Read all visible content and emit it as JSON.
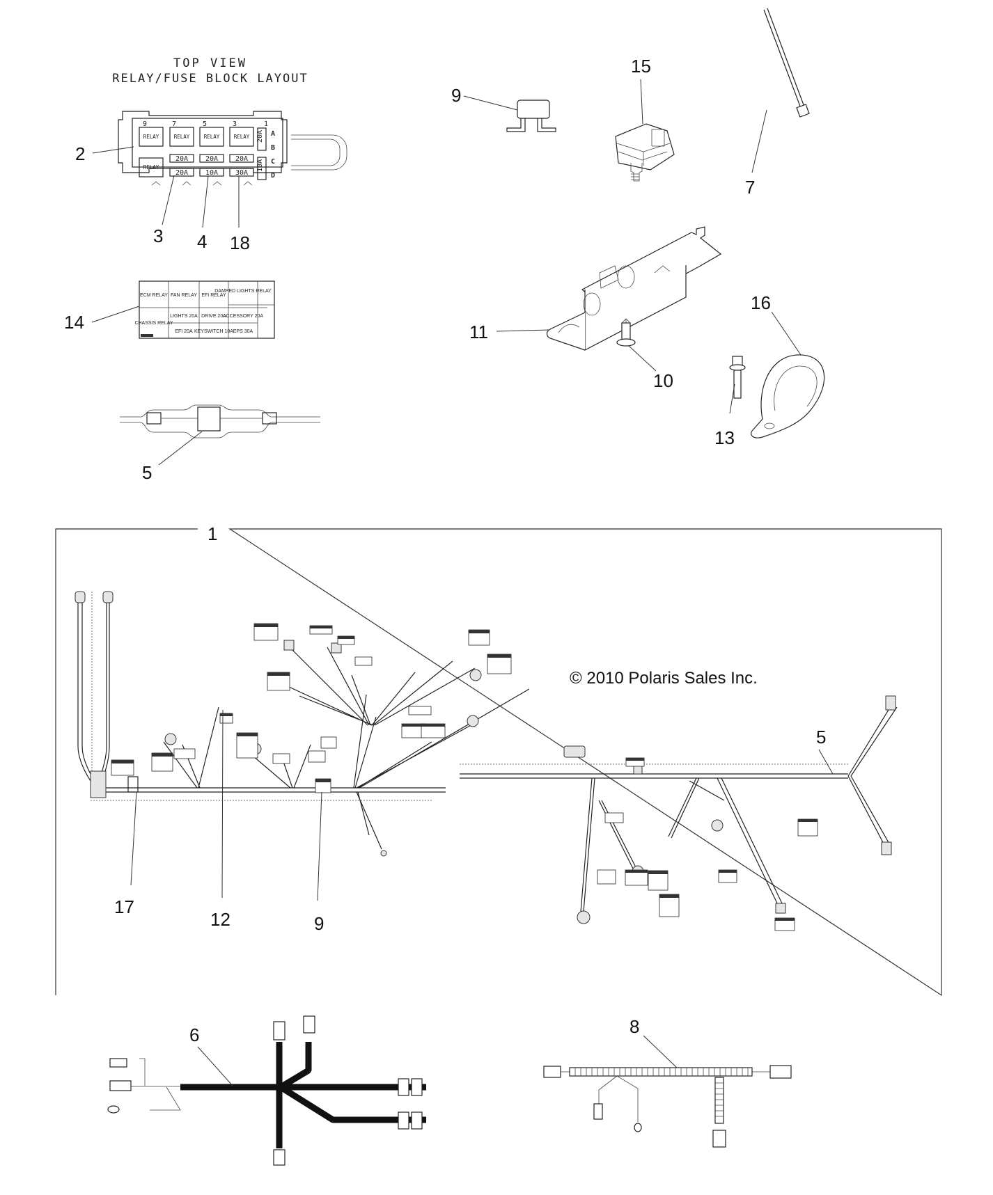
{
  "relay_block": {
    "title_line1": "TOP VIEW",
    "title_line2": "RELAY/FUSE BLOCK LAYOUT",
    "column_numbers": [
      "9",
      "7",
      "5",
      "3",
      "1"
    ],
    "row_letters": [
      "A",
      "B",
      "C",
      "D"
    ],
    "relays": [
      "RELAY",
      "RELAY",
      "RELAY",
      "RELAY",
      "RELAY"
    ],
    "fuses_row1": [
      "20A",
      "20A",
      "20A"
    ],
    "fuses_row2": [
      "20A",
      "10A",
      "30A"
    ],
    "side_fuses": [
      "20A",
      "10A"
    ]
  },
  "fuse_label_card": {
    "top_row": [
      "ECM RELAY",
      "FAN RELAY",
      "EFI RELAY",
      "DAMPED LIGHTS RELAY"
    ],
    "bottom_left": "CHASSIS RELAY",
    "bottom_cells": [
      [
        "LIGHTS 20A",
        "DRIVE 20A",
        "ACCESSORY 20A"
      ],
      [
        "EFI 20A",
        "KEYSWITCH 10A",
        "EPS 30A"
      ]
    ]
  },
  "callouts": {
    "relay_block": "2",
    "fuse_20a": "3",
    "fuse_10a": "4",
    "fuse_30a": "18",
    "label_card": "14",
    "inline_fuse": "5",
    "circuit_breaker": "9",
    "connector": "15",
    "cable_tie": "7",
    "bracket": "11",
    "push_rivet": "10",
    "bolt": "13",
    "clamp": "16",
    "main_harness": "1",
    "harness_17": "17",
    "harness_12": "12",
    "harness_9": "9",
    "harness_5": "5",
    "sub_harness_6": "6",
    "sub_harness_8": "8"
  },
  "copyright": "© 2010 Polaris Sales Inc."
}
